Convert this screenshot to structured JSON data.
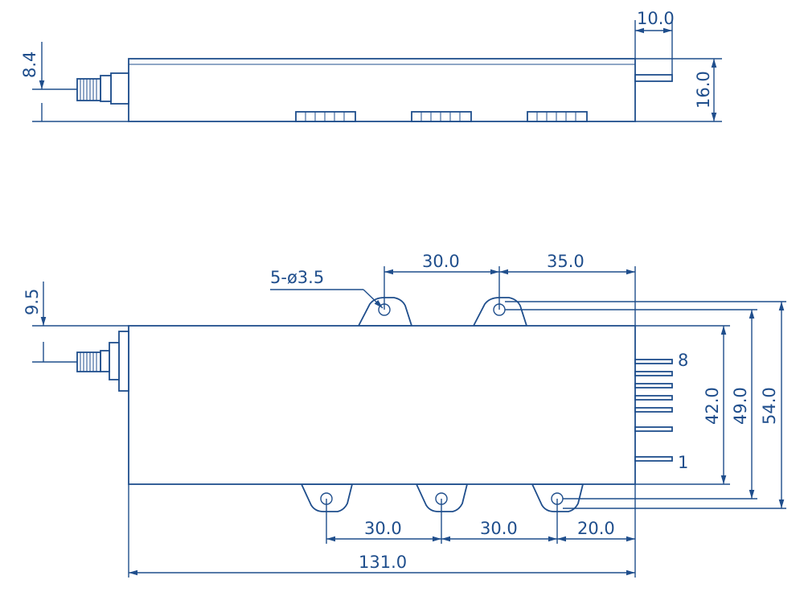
{
  "colors": {
    "line": "#1f4e8c",
    "background": "#ffffff"
  },
  "side_view": {
    "dims": {
      "connector_height": "8.4",
      "pin_length": "10.0",
      "body_height": "16.0"
    }
  },
  "top_view": {
    "hole_label": "5-ø3.5",
    "dims": {
      "top_spacing": "30.0",
      "top_to_end": "35.0",
      "bottom_spacing_1": "30.0",
      "bottom_spacing_2": "30.0",
      "bottom_to_end": "20.0",
      "overall_length": "131.0",
      "connector_offset": "9.5",
      "body_width": "42.0",
      "hole_span": "49.0",
      "overall_width": "54.0"
    },
    "pin_labels": {
      "first": "1",
      "last": "8"
    }
  }
}
